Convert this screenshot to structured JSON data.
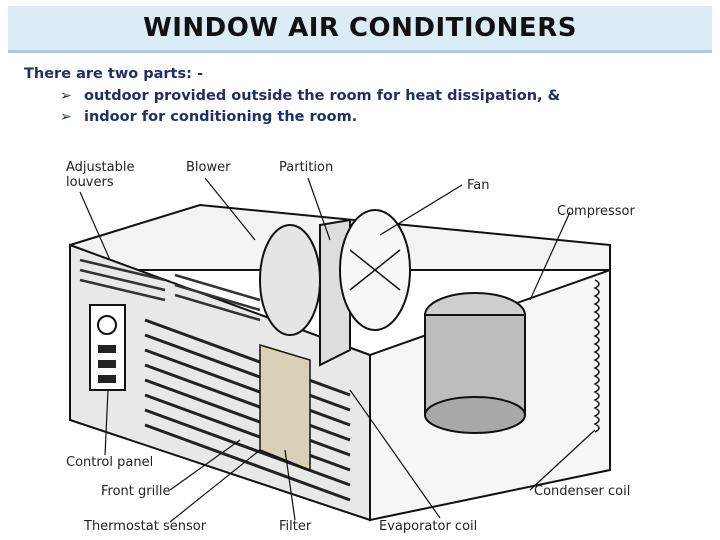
{
  "header": {
    "title": "WINDOW AIR CONDITIONERS"
  },
  "intro": {
    "lead": "There are two parts: -",
    "bullets": [
      "outdoor provided outside the room for heat dissipation, &",
      "indoor for conditioning the room."
    ]
  },
  "figure": {
    "labels": {
      "adjustable_louvers_1": "Adjustable",
      "adjustable_louvers_2": "louvers",
      "blower": "Blower",
      "partition": "Partition",
      "fan": "Fan",
      "compressor": "Compressor",
      "control_panel": "Control panel",
      "front_grille": "Front grille",
      "thermostat_sensor": "Thermostat sensor",
      "filter": "Filter",
      "evaporator_coil": "Evaporator coil",
      "condenser_coil": "Condenser coil"
    }
  },
  "colors": {
    "title_bg": "#dcecf7",
    "text": "#1f2f6b"
  }
}
